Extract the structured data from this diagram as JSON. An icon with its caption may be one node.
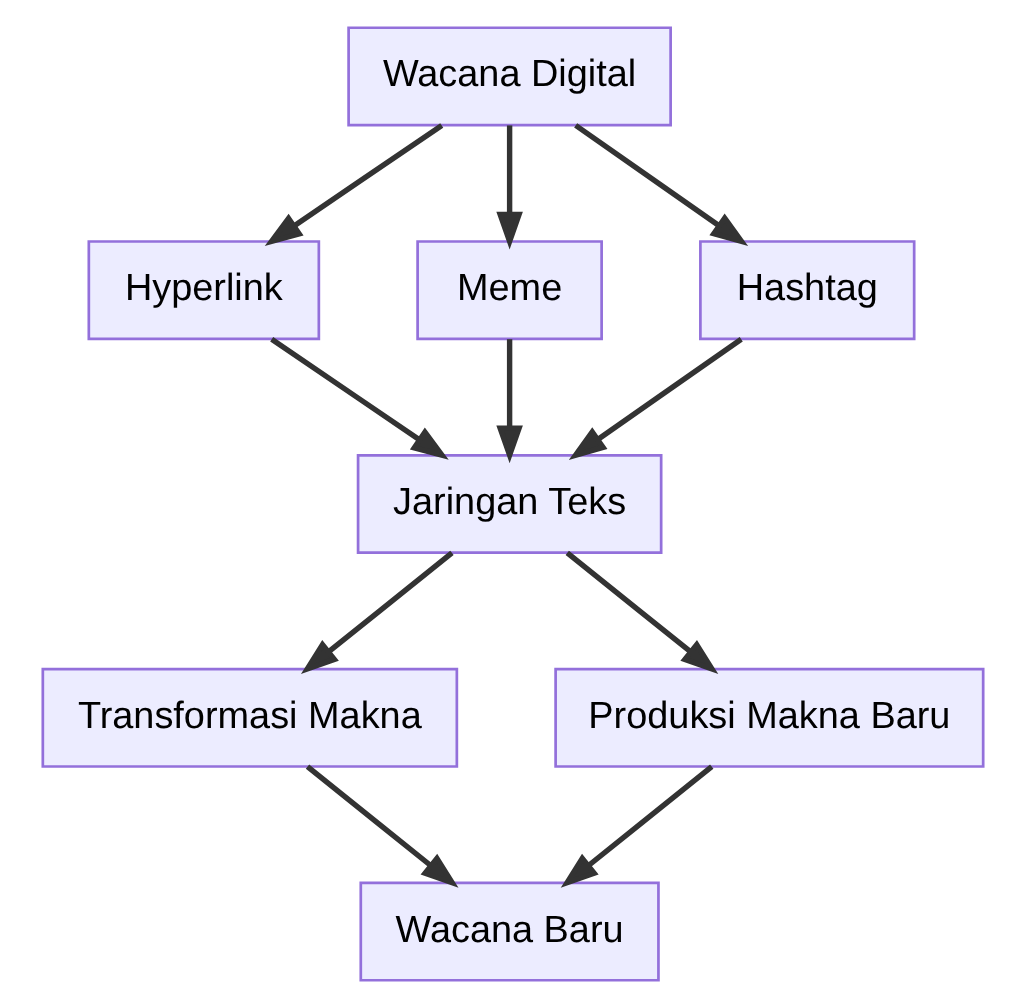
{
  "diagram": {
    "nodes": [
      {
        "text": [
          "Wacana Digital"
        ]
      },
      {
        "text": [
          "Hyperlink"
        ]
      },
      {
        "text": [
          "Meme"
        ]
      },
      {
        "text": [
          "Hashtag"
        ]
      },
      {
        "text": [
          "Jaringan Teks"
        ]
      },
      {
        "text": [
          "Transformasi Makna"
        ]
      },
      {
        "text": [
          "Produksi Makna Baru"
        ]
      },
      {
        "text": [
          "Wacana Baru"
        ]
      }
    ],
    "edges": [
      {
        "from": 0,
        "to": 1,
        "arrow": "to"
      },
      {
        "from": 0,
        "to": 2,
        "arrow": "to"
      },
      {
        "from": 0,
        "to": 3,
        "arrow": "to"
      },
      {
        "from": 1,
        "to": 4,
        "arrow": "to"
      },
      {
        "from": 2,
        "to": 4,
        "arrow": "to"
      },
      {
        "from": 3,
        "to": 4,
        "arrow": "to"
      },
      {
        "from": 4,
        "to": 5,
        "arrow": "to"
      },
      {
        "from": 4,
        "to": 6,
        "arrow": "to"
      },
      {
        "from": 5,
        "to": 7,
        "arrow": "to"
      },
      {
        "from": 6,
        "to": 7,
        "arrow": "to"
      }
    ]
  }
}
